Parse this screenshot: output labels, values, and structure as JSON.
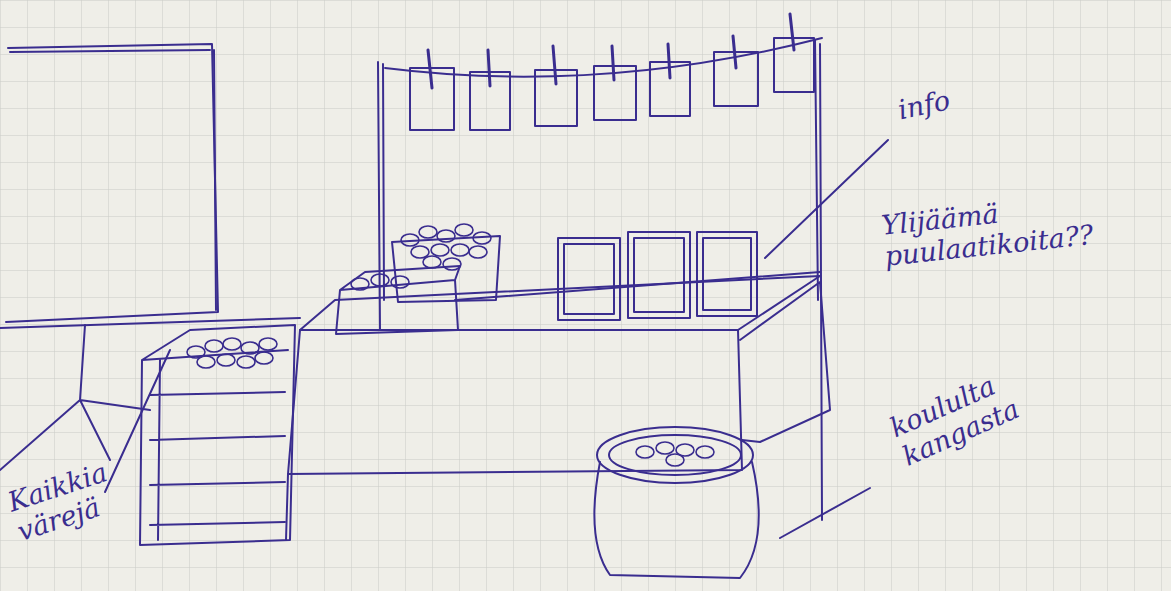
{
  "diagram": {
    "labels": [
      "info",
      "Ylijäämä puulaatikoita??",
      "koululta kangasta",
      "Kaikkia värejä"
    ]
  }
}
